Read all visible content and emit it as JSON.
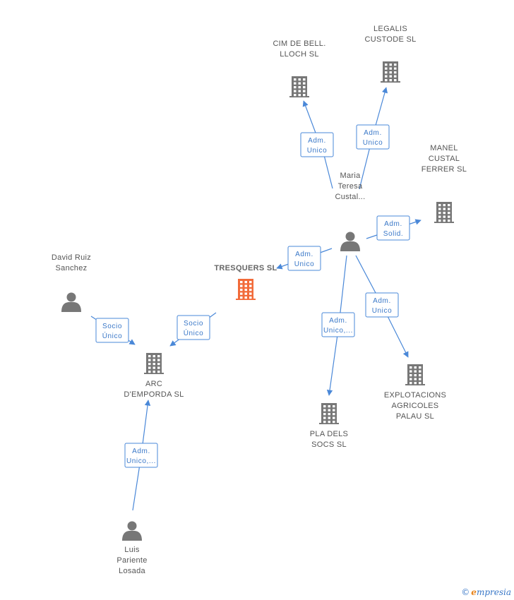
{
  "colors": {
    "edge": "#4a88d8",
    "company": "#777777",
    "main_company": "#f26b3a",
    "person": "#777777"
  },
  "nodes": [
    {
      "id": "tresquers",
      "type": "company",
      "main": true,
      "label": [
        "TRESQUERS SL"
      ]
    },
    {
      "id": "maria",
      "type": "person",
      "label": [
        "Maria",
        "Teresa",
        "Custal..."
      ]
    },
    {
      "id": "cim",
      "type": "company",
      "label": [
        "CIM DE BELL.",
        "LLOCH SL"
      ]
    },
    {
      "id": "legalis",
      "type": "company",
      "label": [
        "LEGALIS",
        "CUSTODE SL"
      ]
    },
    {
      "id": "manel",
      "type": "company",
      "label": [
        "MANEL",
        "CUSTAL",
        "FERRER  SL"
      ]
    },
    {
      "id": "explot",
      "type": "company",
      "label": [
        "EXPLOTACIONS",
        "AGRICOLES",
        "PALAU SL"
      ]
    },
    {
      "id": "pla",
      "type": "company",
      "label": [
        "PLA DELS",
        "SOCS SL"
      ]
    },
    {
      "id": "arc",
      "type": "company",
      "label": [
        "ARC",
        "D'EMPORDA SL"
      ]
    },
    {
      "id": "david",
      "type": "person",
      "label": [
        "David Ruiz",
        "Sanchez"
      ]
    },
    {
      "id": "luis",
      "type": "person",
      "label": [
        "Luis",
        "Pariente",
        "Losada"
      ]
    }
  ],
  "edges": [
    {
      "id": "maria-cim",
      "label": [
        "Adm.",
        "Unico"
      ]
    },
    {
      "id": "maria-legalis",
      "label": [
        "Adm.",
        "Unico"
      ]
    },
    {
      "id": "maria-manel",
      "label": [
        "Adm.",
        "Solid."
      ]
    },
    {
      "id": "maria-tresquers",
      "label": [
        "Adm.",
        "Unico"
      ]
    },
    {
      "id": "maria-pla",
      "label": [
        "Adm.",
        "Unico,..."
      ]
    },
    {
      "id": "maria-explot",
      "label": [
        "Adm.",
        "Unico"
      ]
    },
    {
      "id": "tresquers-arc",
      "label": [
        "Socio",
        "Único"
      ]
    },
    {
      "id": "david-arc",
      "label": [
        "Socio",
        "Único"
      ]
    },
    {
      "id": "luis-arc",
      "label": [
        "Adm.",
        "Unico,..."
      ]
    }
  ],
  "footer": {
    "copyright": "©",
    "brand_first": "e",
    "brand_rest": "mpresia"
  }
}
